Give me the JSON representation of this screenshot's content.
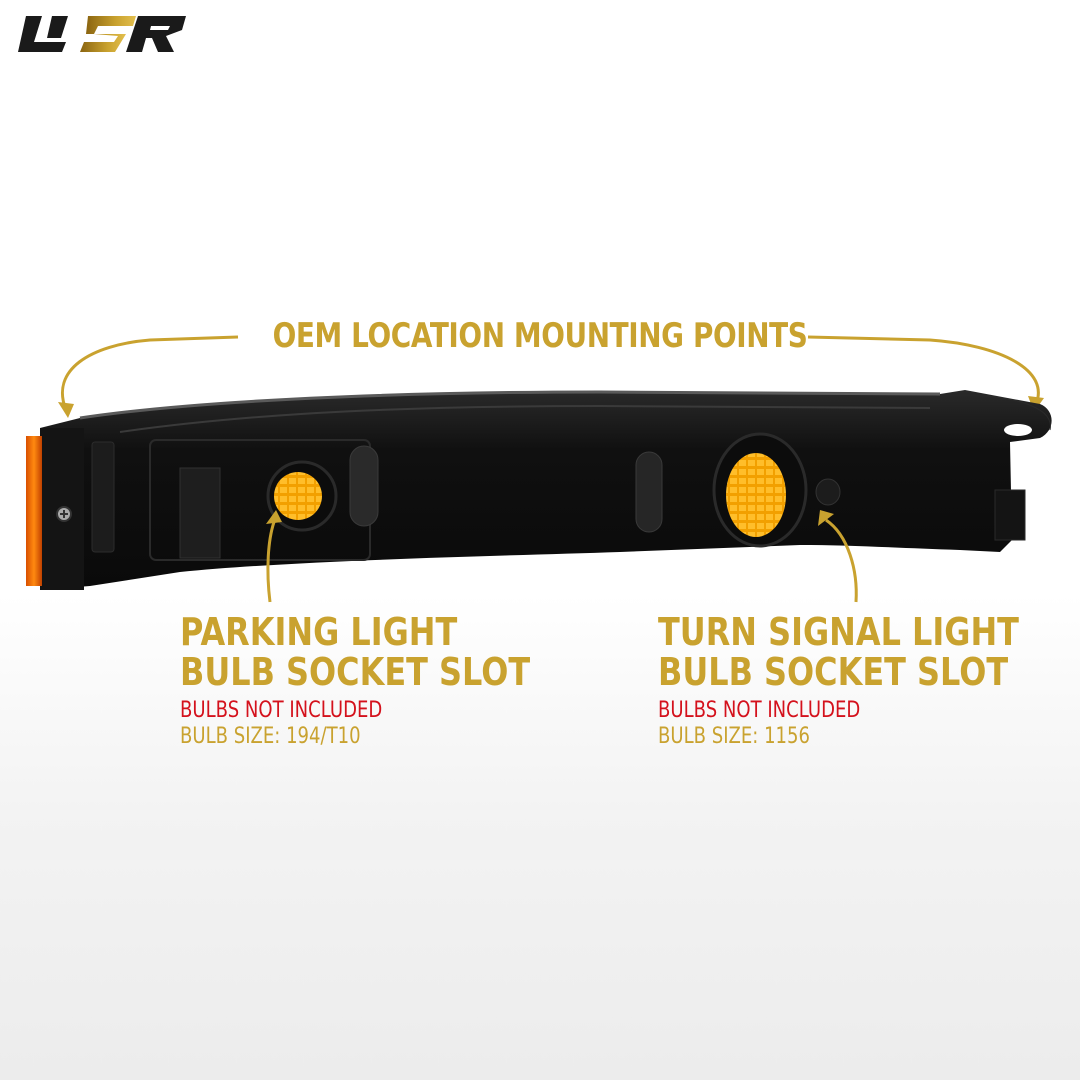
{
  "brand": {
    "logo_text": "USR",
    "colors": {
      "dark": "#1a1a1a",
      "gold": "#c9a22f"
    }
  },
  "callouts": {
    "mounting_points": "OEM LOCATION MOUNTING POINTS",
    "parking": {
      "title_line1": "PARKING LIGHT",
      "title_line2": "BULB SOCKET SLOT",
      "warning": "BULBS NOT INCLUDED",
      "bulb_size": "BULB SIZE: 194/T10"
    },
    "turn_signal": {
      "title_line1": "TURN SIGNAL LIGHT",
      "title_line2": "BULB SOCKET SLOT",
      "warning": "BULBS NOT INCLUDED",
      "bulb_size": "BULB SIZE: 1156"
    }
  },
  "colors": {
    "gold_text": "#c9a22f",
    "red_text": "#d4111c",
    "amber_lens": "#f5a000",
    "housing": "#151515"
  }
}
